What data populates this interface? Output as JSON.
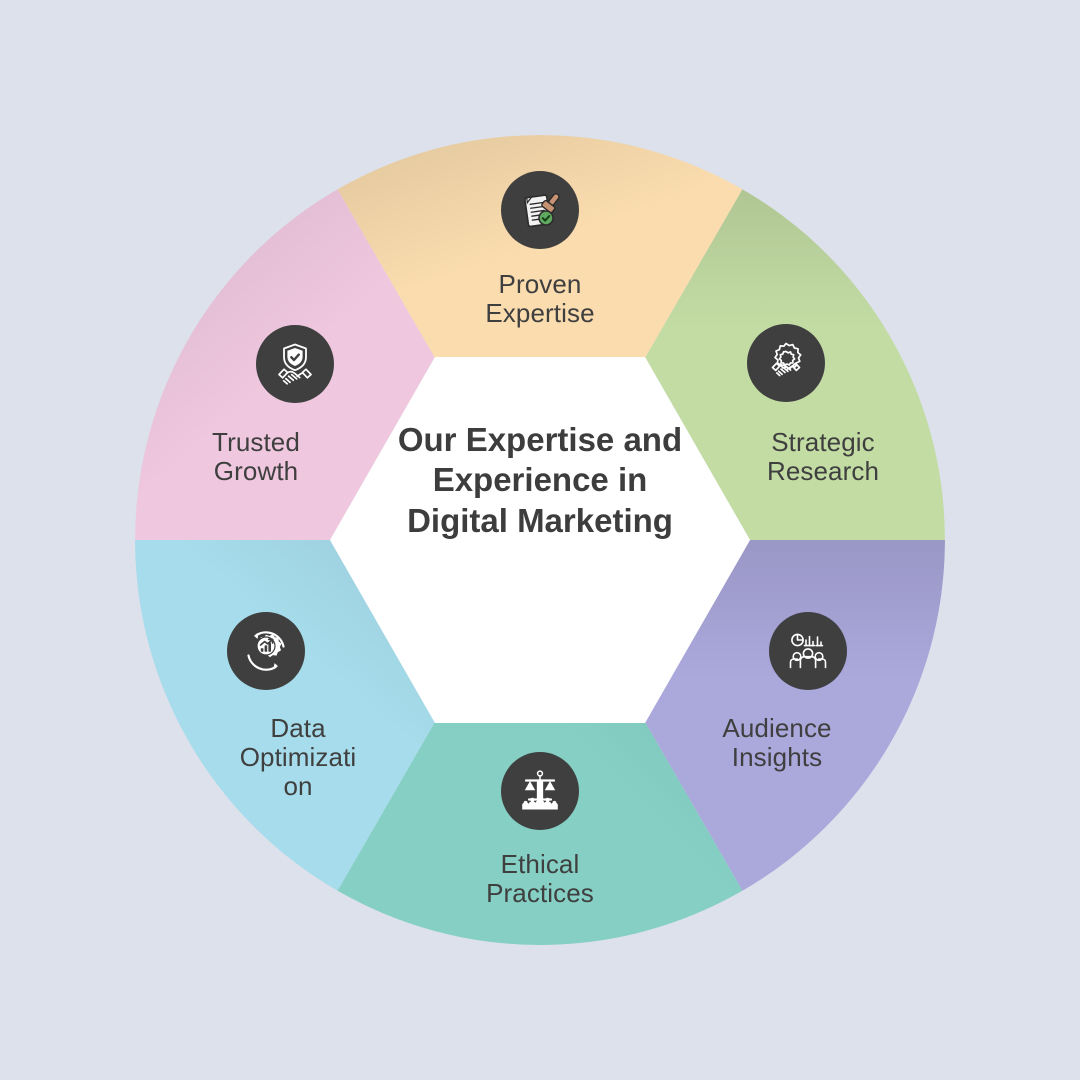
{
  "background_color": "#dce1ec",
  "center": {
    "title": "Our Expertise and Experience in Digital Marketing",
    "shape": "hexagon",
    "fill": "#ffffff",
    "text_color": "#3d3d3d"
  },
  "icon_badge": {
    "fill": "#3f3f3f",
    "glyph_color": "#ffffff"
  },
  "segments": [
    {
      "id": "proven-expertise",
      "label_line1": "Proven",
      "label_line2": "Expertise",
      "color": "#fadcae",
      "icon": "document-stamp-approved-icon",
      "position": "top"
    },
    {
      "id": "strategic-research",
      "label_line1": "Strategic",
      "label_line2": "Research",
      "color": "#c3dca4",
      "icon": "gear-handshake-icon",
      "position": "top-right"
    },
    {
      "id": "audience-insights",
      "label_line1": "Audience",
      "label_line2": "Insights",
      "color": "#aba8dc",
      "icon": "people-analytics-chart-icon",
      "position": "bottom-right"
    },
    {
      "id": "ethical-practices",
      "label_line1": "Ethical",
      "label_line2": "Practices",
      "color": "#85cfc4",
      "icon": "balance-scales-people-icon",
      "position": "bottom"
    },
    {
      "id": "data-optimization",
      "label_line1": "Data",
      "label_line2": "Optimizati",
      "label_line3": "on",
      "color": "#a6dceb",
      "icon": "gear-growth-chart-cycle-icon",
      "position": "bottom-left"
    },
    {
      "id": "trusted-growth",
      "label_line1": "Trusted",
      "label_line2": "Growth",
      "color": "#efc8df",
      "icon": "shield-check-handshake-icon",
      "position": "top-left"
    }
  ]
}
